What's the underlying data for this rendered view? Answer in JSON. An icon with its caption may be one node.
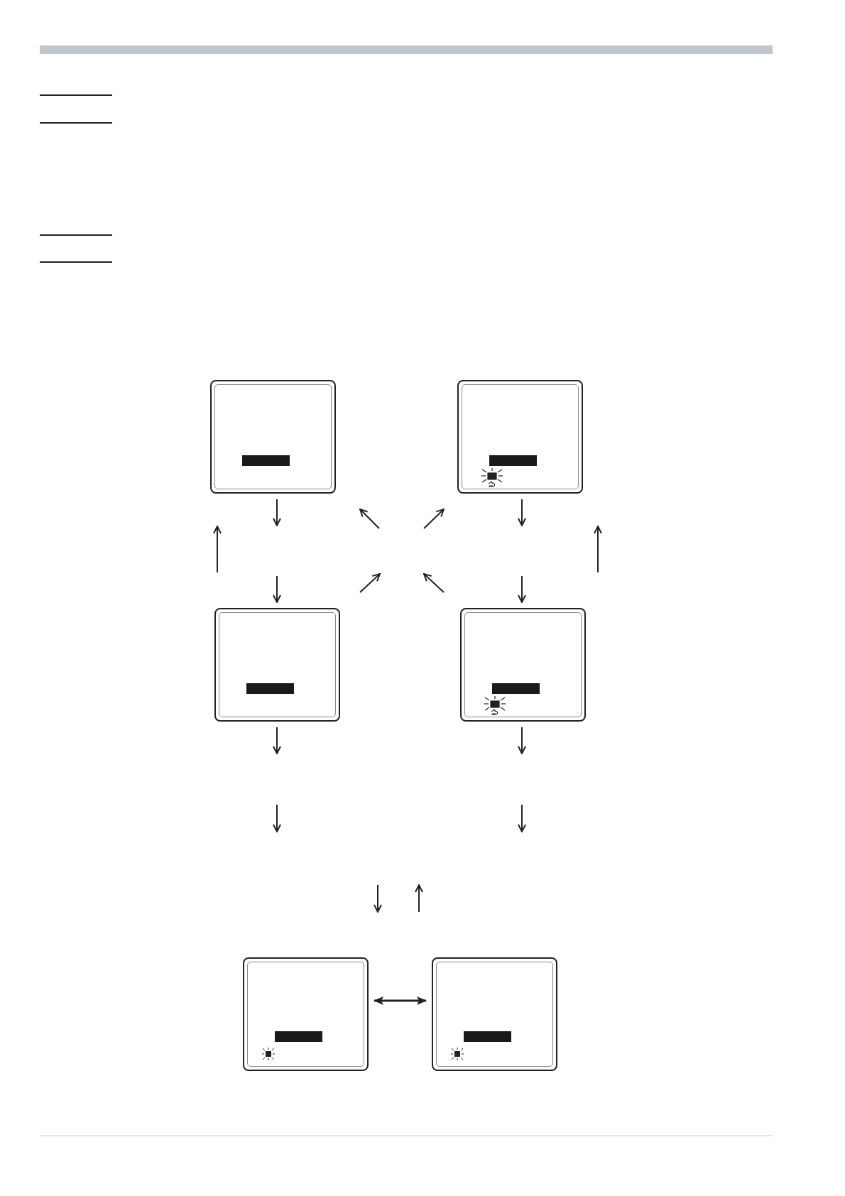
{
  "diagram": {
    "nodes": [
      {
        "text": [],
        "shape": "screen"
      },
      {
        "text": [],
        "shape": "screen"
      },
      {
        "text": [],
        "shape": "screen"
      },
      {
        "text": [],
        "shape": "screen"
      },
      {
        "text": [],
        "shape": "screen"
      },
      {
        "text": [],
        "shape": "screen"
      }
    ],
    "edges": [
      {
        "from": 0,
        "to": null,
        "arrow": "to"
      },
      {
        "from": 1,
        "to": null,
        "arrow": "to"
      },
      {
        "from": null,
        "to": 2,
        "arrow": "to"
      },
      {
        "from": null,
        "to": 3,
        "arrow": "to"
      },
      {
        "from": 2,
        "to": null,
        "arrow": "to"
      },
      {
        "from": 3,
        "to": null,
        "arrow": "to"
      },
      {
        "from": 4,
        "to": 5,
        "arrow": "both"
      }
    ]
  }
}
